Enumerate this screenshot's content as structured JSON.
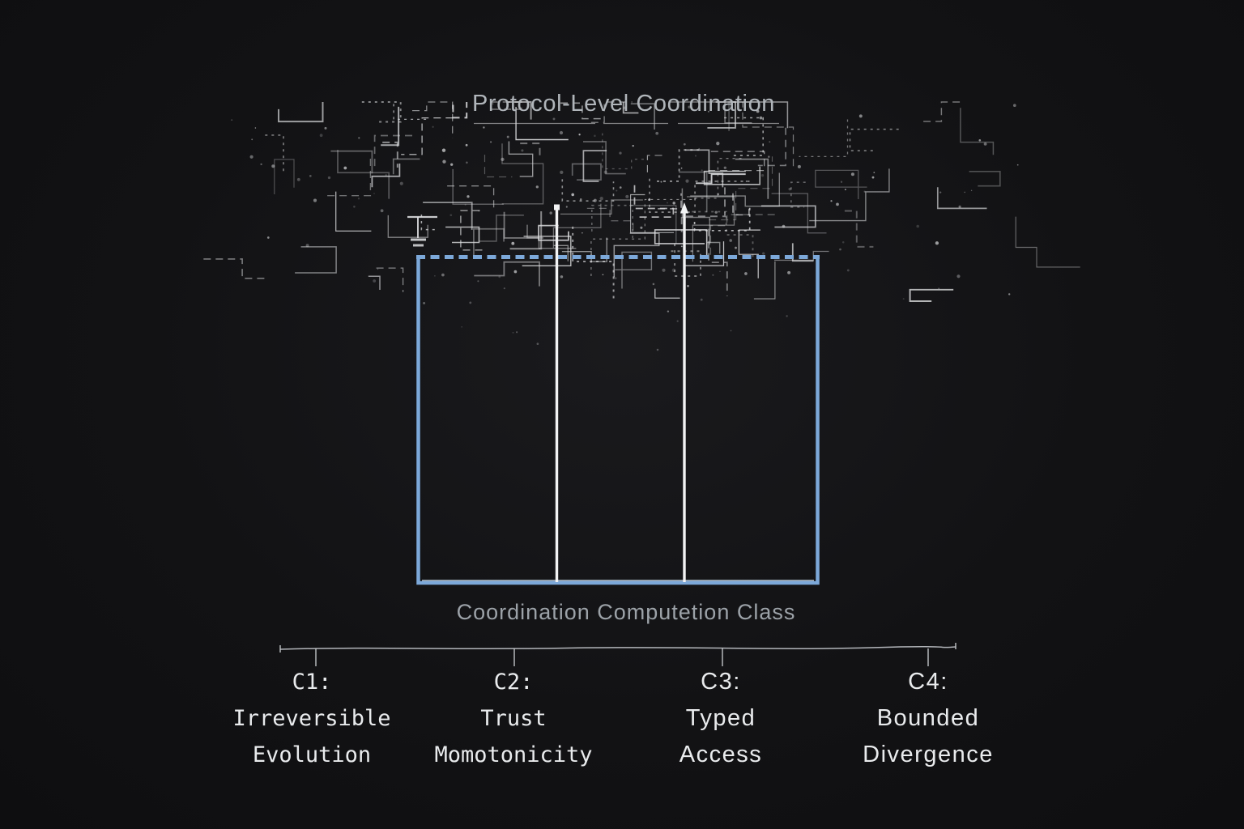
{
  "title": "Protocol-Level Coordination",
  "box_caption": "Coordination Computetion Class",
  "axis": {
    "classes": [
      {
        "id": "C1",
        "lines": [
          "C1:",
          "Irreversible",
          "Evolution"
        ]
      },
      {
        "id": "C2",
        "lines": [
          "C2:",
          "Trust",
          "Momotonicity"
        ]
      },
      {
        "id": "C3",
        "lines": [
          "C3:",
          "Typed",
          "Access"
        ]
      },
      {
        "id": "C4",
        "lines": [
          "C4:",
          "Bounded",
          "Divergence"
        ]
      }
    ]
  },
  "colors": {
    "background": "#121214",
    "accent_blue": "#7ca8d9",
    "arrow_white": "#f2f3f4",
    "title_gray": "#b0b5ba",
    "caption_gray": "#9ca2a8",
    "label_white": "#e9ebed",
    "axis_gray": "#c5c9cd",
    "trace_gray": "#dcdddf"
  }
}
